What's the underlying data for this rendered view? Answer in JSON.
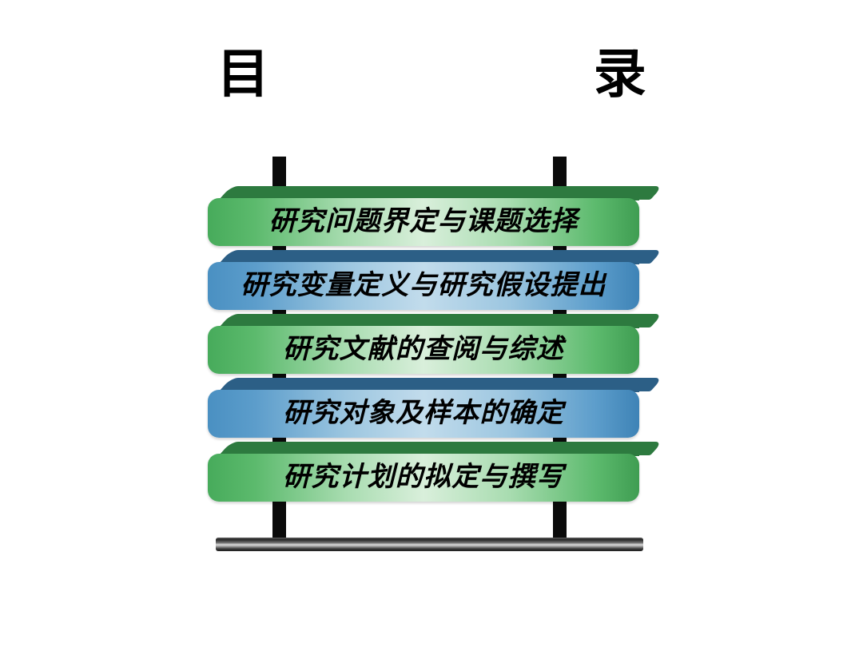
{
  "slide": {
    "title": "目    录",
    "background_color": "#ffffff"
  },
  "palette": {
    "green_face_light": "#d9efdb",
    "green_face_edge": "#47ab5b",
    "green_lid": "#2d7a3f",
    "blue_face_light": "#c2dcec",
    "blue_face_edge": "#4a90c2",
    "blue_lid": "#2c5f86",
    "post": "#0a0a0a",
    "base_bar": "#9a9a9a",
    "text": "#000000"
  },
  "rack": {
    "post_count": 2,
    "shelves": [
      {
        "label": "研究问题界定与课题选择",
        "color": "green"
      },
      {
        "label": "研究变量定义与研究假设提出",
        "color": "blue"
      },
      {
        "label": "研究文献的查阅与综述",
        "color": "green"
      },
      {
        "label": "研究对象及样本的确定",
        "color": "blue"
      },
      {
        "label": "研究计划的拟定与撰写",
        "color": "green"
      }
    ]
  }
}
